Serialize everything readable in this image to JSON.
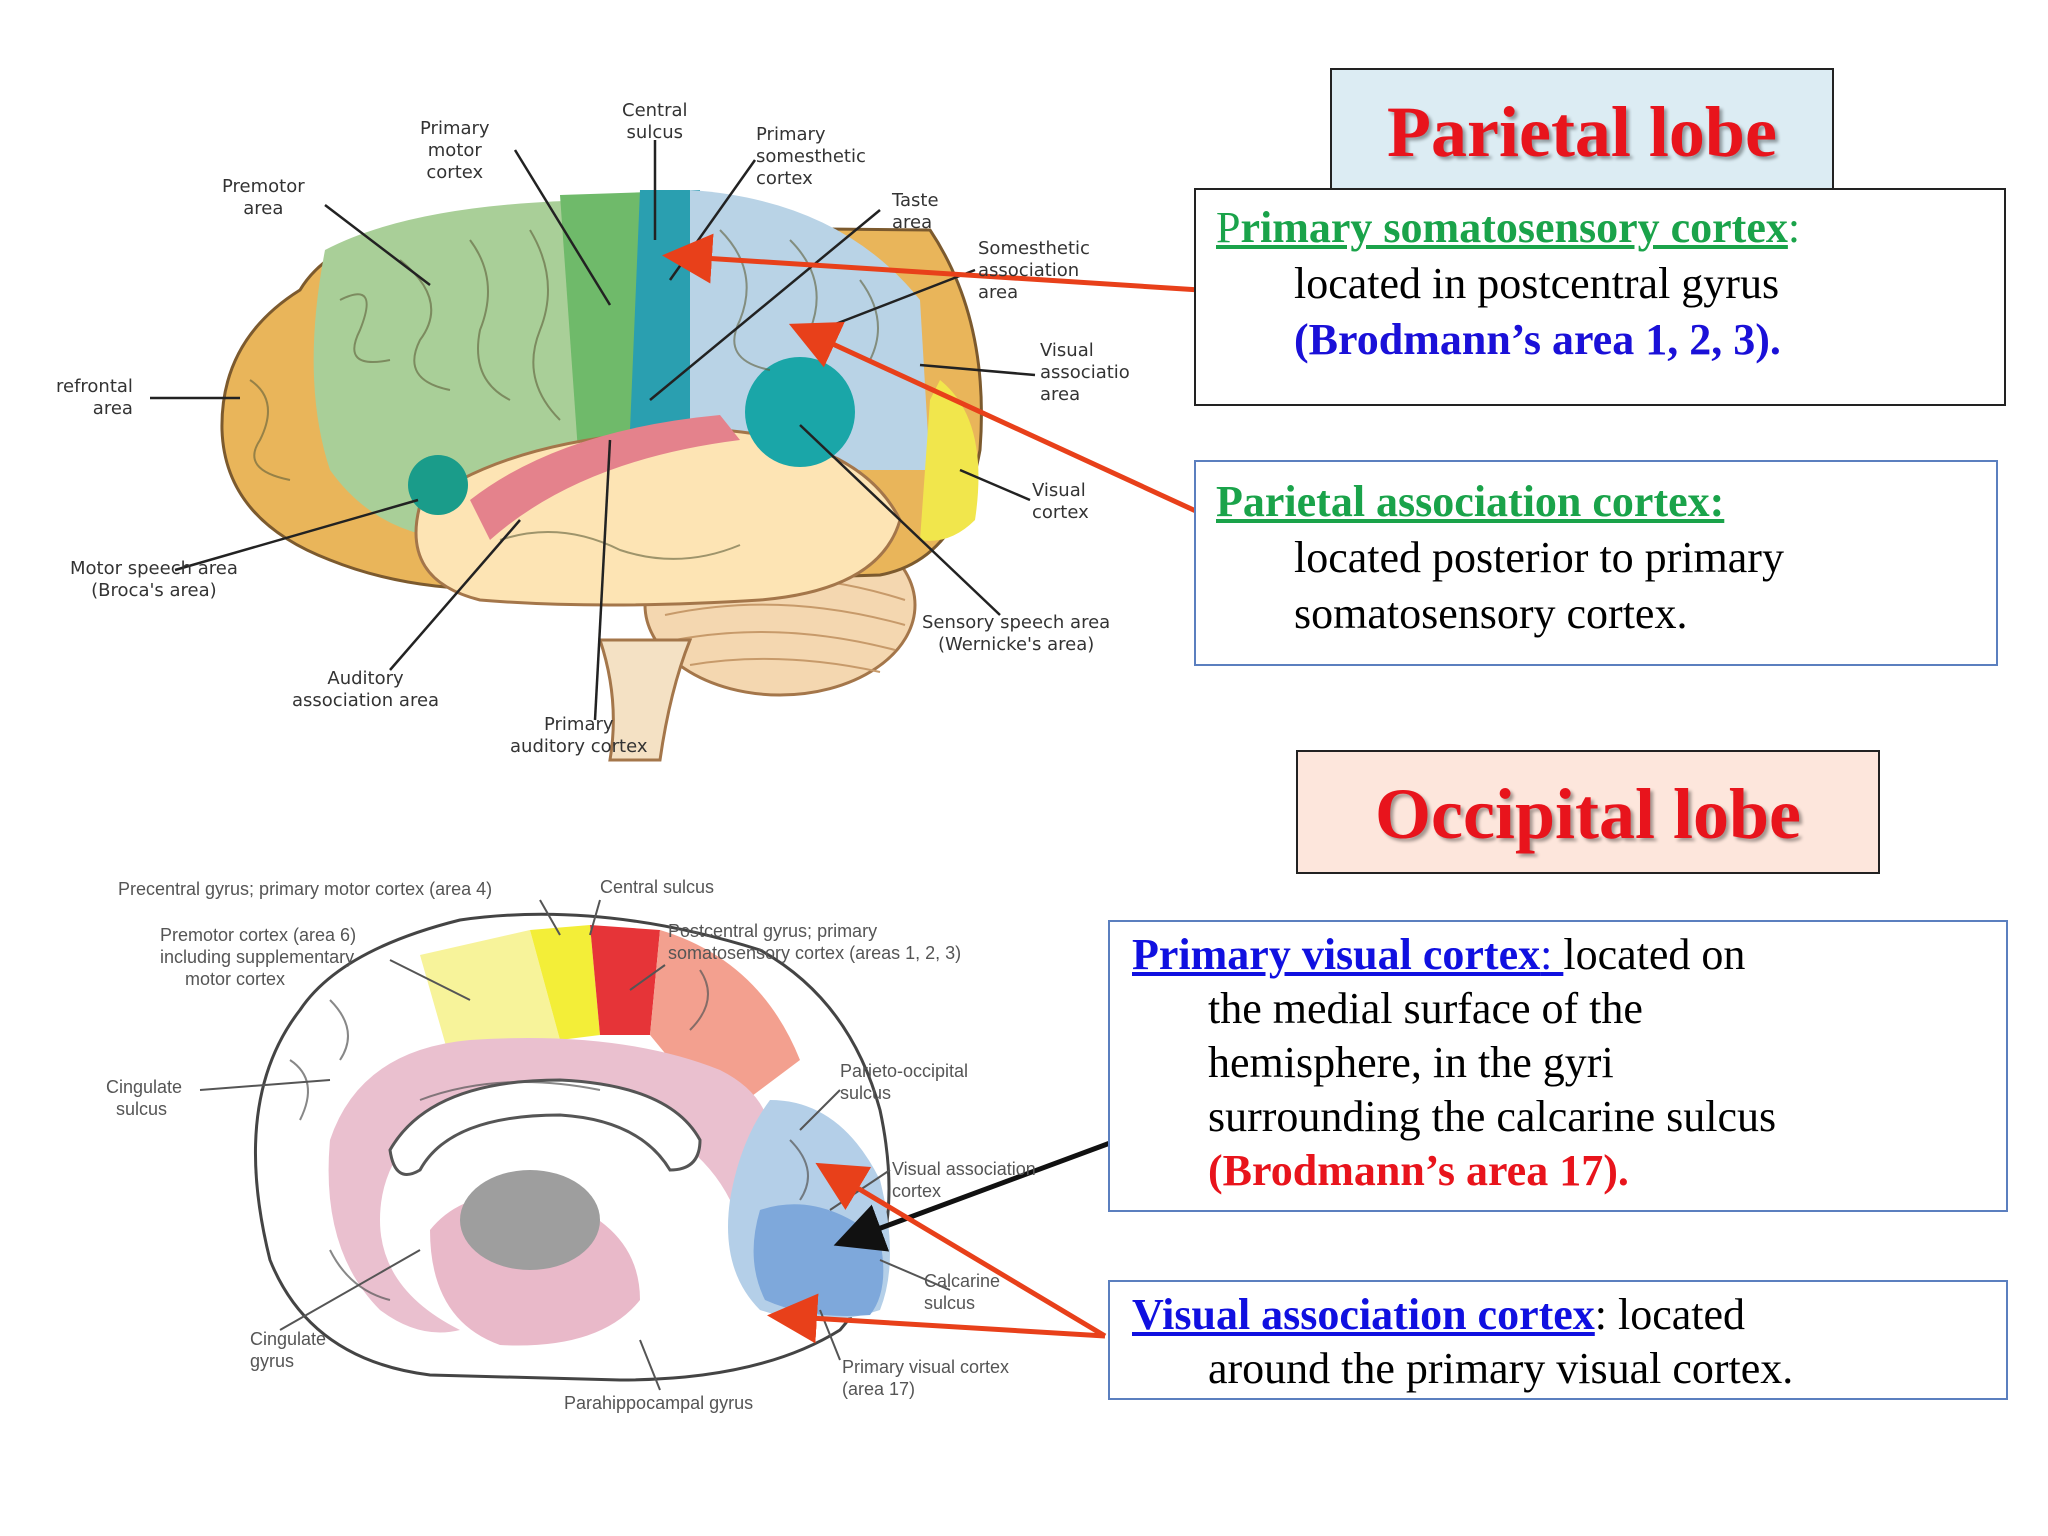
{
  "colors": {
    "title_red": "#e8141c",
    "heading_green": "#1aa34a",
    "heading_blue": "#1010e0",
    "emphasis_blue": "#1a10d8",
    "arrow_red": "#e8401a",
    "parietal_title_bg": "#dcecf3",
    "occipital_title_bg": "#fde6dc"
  },
  "lateral_labels": {
    "central_sulcus": "Central\nsulcus",
    "primary_motor_cortex": "Primary\nmotor\ncortex",
    "primary_somesthetic_cortex": "Primary\nsomesthetic\ncortex",
    "premotor_area": "Premotor\narea",
    "taste_area": "Taste\narea",
    "somesthetic_association_area": "Somesthetic\nassociation\narea",
    "prefrontal_area": "refrontal\narea",
    "visual_association_area": "Visual\nassociatio\narea",
    "visual_cortex": "Visual\ncortex",
    "motor_speech_area": "Motor speech area\n(Broca's area)",
    "sensory_speech_area": "Sensory speech area\n(Wernicke's area)",
    "auditory_association_area": "Auditory\nassociation area",
    "primary_auditory_cortex": "Primary\nauditory cortex"
  },
  "medial_labels": {
    "precentral_gyrus": "Precentral gyrus; primary motor cortex (area 4)",
    "central_sulcus": "Central sulcus",
    "premotor_cortex": "Premotor cortex (area 6)\nincluding supplementary\n     motor cortex",
    "postcentral_gyrus": "Postcentral gyrus; primary\nsomatosensory cortex (areas 1, 2, 3)",
    "cingulate_sulcus": "Cingulate\n  sulcus",
    "parieto_occipital_sulcus": "Parieto-occipital\nsulcus",
    "visual_association_cortex": "Visual association\ncortex",
    "calcarine_sulcus": "Calcarine\nsulcus",
    "cingulate_gyrus": "Cingulate\ngyrus",
    "primary_visual_cortex": "Primary visual cortex\n(area 17)",
    "parahippocampal_gyrus": "Parahippocampal gyrus"
  },
  "parietal": {
    "title": "Parietal lobe",
    "somatosensory_head_first": "P",
    "somatosensory_head_rest": "rimary somatosensory cortex",
    "somatosensory_colon": ":",
    "somatosensory_line1": "located in postcentral gyrus",
    "somatosensory_line2": "(Brodmann’s area 1, 2, 3).",
    "association_head": "Parietal association cortex:",
    "association_line1": "located posterior to primary",
    "association_line2": "somatosensory cortex."
  },
  "occipital": {
    "title": "Occipital lobe",
    "primary_visual_head": "Primary visual cortex",
    "primary_visual_colon": ": ",
    "primary_visual_lead": "located on",
    "primary_visual_line1": "the medial surface of the",
    "primary_visual_line2": "hemisphere, in the gyri",
    "primary_visual_line3": "surrounding the calcarine sulcus",
    "primary_visual_line4": "(Brodmann’s area 17).",
    "visual_assoc_head": "Visual association cortex",
    "visual_assoc_lead": ": located",
    "visual_assoc_line1": "around the primary visual cortex."
  }
}
